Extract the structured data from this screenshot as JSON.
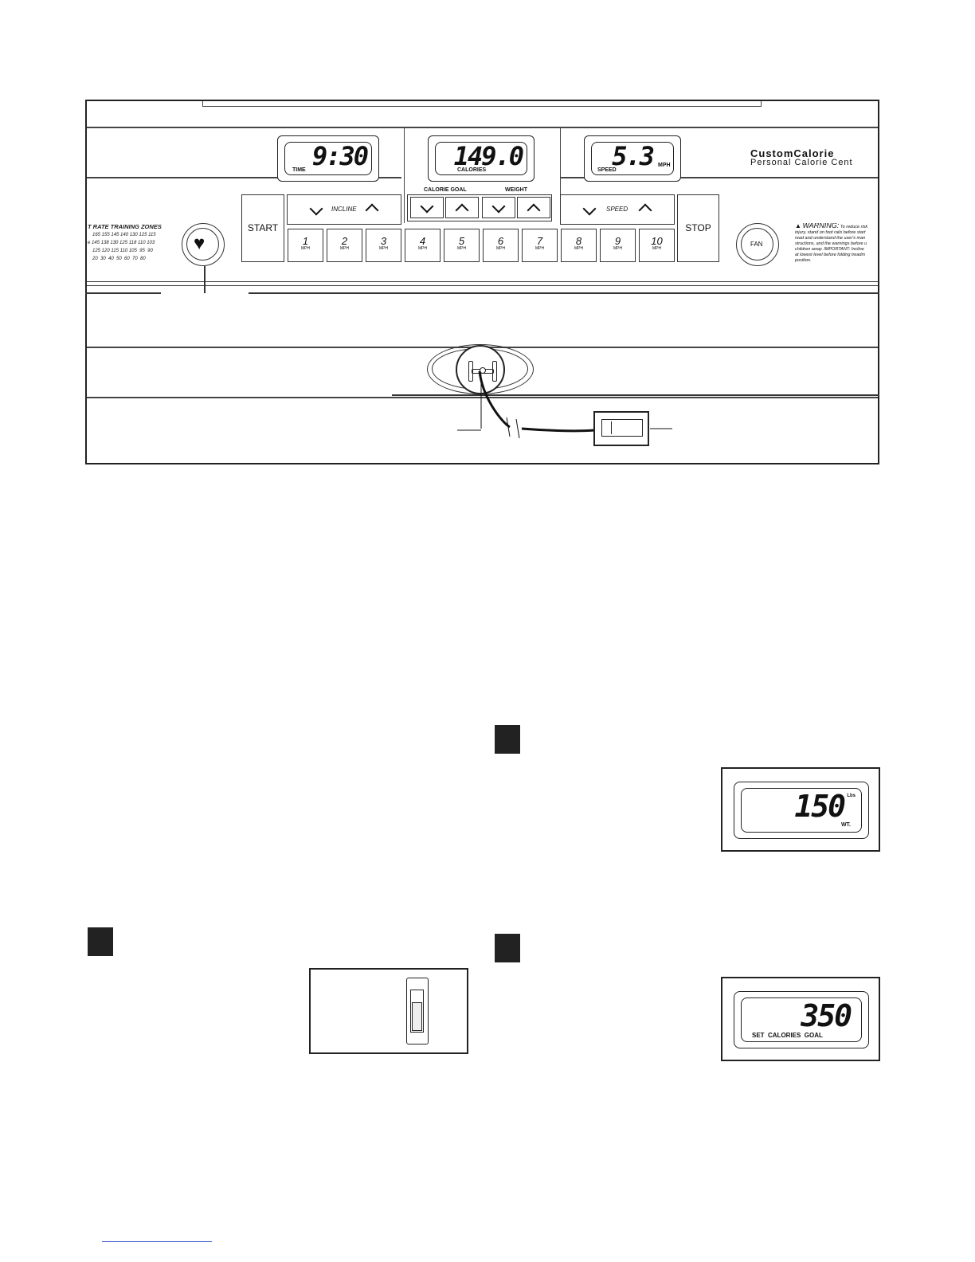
{
  "console": {
    "time_display": {
      "value": "9:30",
      "label": "TIME"
    },
    "calories_display": {
      "value": "149.0",
      "label": "CALORIES"
    },
    "speed_display": {
      "value": "5.3",
      "label": "SPEED",
      "unit": "MPH"
    },
    "brand": {
      "line1": "CustomCalorie",
      "line2": "Personal Calorie Cent"
    },
    "start_label": "START",
    "stop_label": "STOP",
    "fan_label": "FAN",
    "incline_label": "INCLINE",
    "speed_label": "SPEED",
    "calorie_goal_label": "CALORIE GOAL",
    "weight_label": "WEIGHT",
    "speed_keys": [
      "1",
      "2",
      "3",
      "4",
      "5",
      "6",
      "7",
      "8",
      "9",
      "10"
    ],
    "speed_key_unit": "MPH",
    "zones": {
      "title": "T RATE TRAINING ZONES",
      "row1": "165 155 145 140 130 125 115",
      "row2": "145 138 130 125 118 110 103",
      "row3": "125 120 115 110 105  95  90",
      "row4": "20  30  40  50  60  70  80",
      "row2_prefix": "e"
    },
    "warning": {
      "title": "WARNING:",
      "lines": [
        "To reduce risk",
        "injury, stand on foot rails before start",
        "read and understand the user's man",
        "structions, and the warnings before u",
        "children away. IMPORTANT: Incline",
        "at lowest level before folding treadm",
        "position."
      ]
    }
  },
  "weight_display": {
    "value": "150",
    "unit": "Lbs",
    "label": "WT."
  },
  "calorie_goal_display": {
    "value": "350",
    "label": "SET  CALORIES  GOAL"
  }
}
